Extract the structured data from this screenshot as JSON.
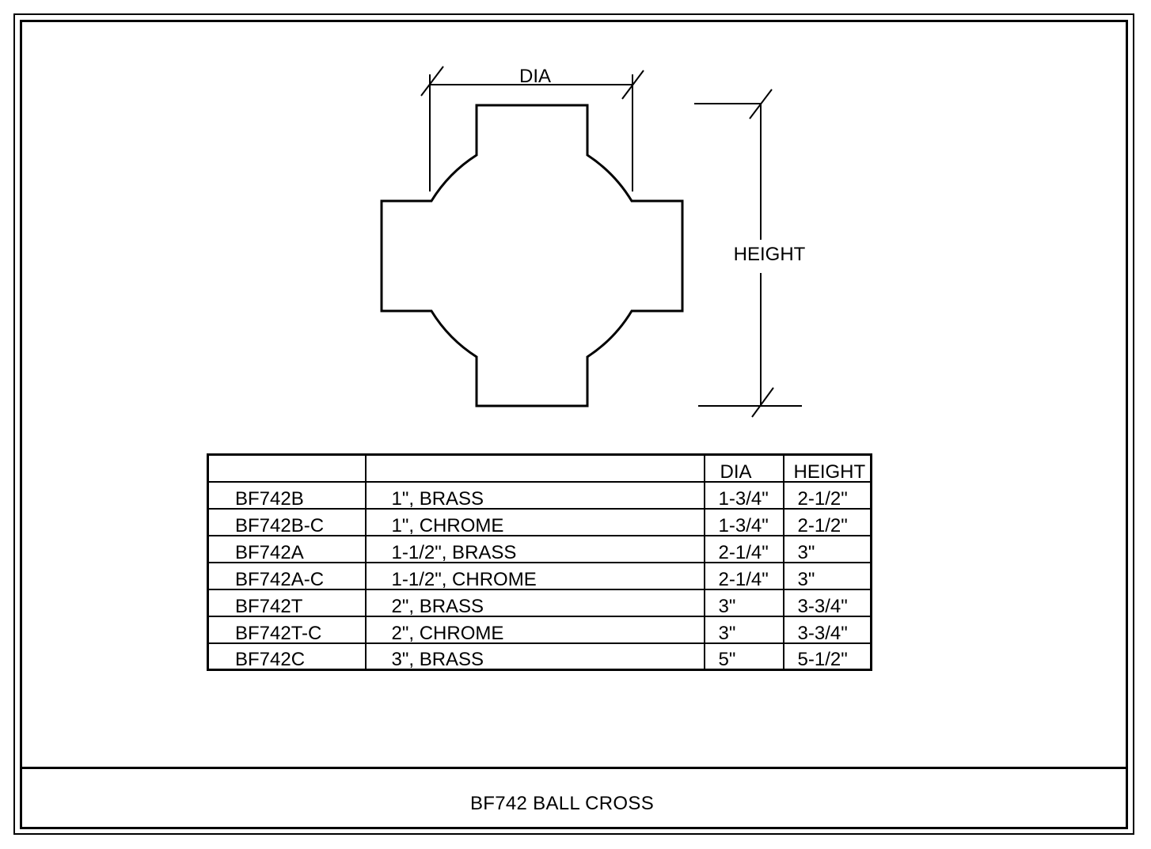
{
  "drawing": {
    "dia_label": "DIA",
    "height_label": "HEIGHT"
  },
  "table": {
    "headers": [
      "",
      "",
      "DIA",
      "HEIGHT"
    ],
    "rows": [
      [
        "BF742B",
        "1\", BRASS",
        "1-3/4\"",
        "2-1/2\""
      ],
      [
        "BF742B-C",
        "1\", CHROME",
        "1-3/4\"",
        "2-1/2\""
      ],
      [
        "BF742A",
        "1-1/2\", BRASS",
        "2-1/4\"",
        "3\""
      ],
      [
        "BF742A-C",
        "1-1/2\", CHROME",
        "2-1/4\"",
        "3\""
      ],
      [
        "BF742T",
        "2\", BRASS",
        "3\"",
        "3-3/4\""
      ],
      [
        "BF742T-C",
        "2\", CHROME",
        "3\"",
        "3-3/4\""
      ],
      [
        "BF742C",
        "3\", BRASS",
        "5\"",
        "5-1/2\""
      ]
    ]
  },
  "title_block": {
    "title": "BF742 BALL CROSS"
  }
}
